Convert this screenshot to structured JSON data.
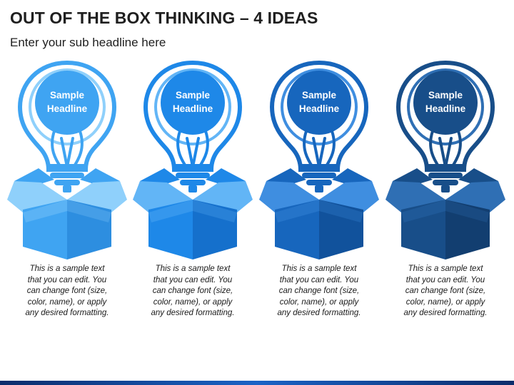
{
  "title": "OUT OF THE BOX THINKING – 4 IDEAS",
  "subtitle": "Enter your sub headline here",
  "items": [
    {
      "headline": [
        "Sample",
        "Headline"
      ],
      "text": [
        "This is a sample text",
        "that you can edit. You",
        "can change font (size,",
        "color, name), or apply",
        "any desired formatting."
      ],
      "colors": {
        "main": "#3fa4f2",
        "light": "#8fd0fb",
        "dark": "#2d8ee0"
      }
    },
    {
      "headline": [
        "Sample",
        "Headline"
      ],
      "text": [
        "This is a sample text",
        "that you can edit. You",
        "can change font (size,",
        "color, name), or apply",
        "any desired formatting."
      ],
      "colors": {
        "main": "#1e88e8",
        "light": "#62b5f6",
        "dark": "#1570cc"
      }
    },
    {
      "headline": [
        "Sample",
        "Headline"
      ],
      "text": [
        "This is a sample text",
        "that you can edit. You",
        "can change font (size,",
        "color, name), or apply",
        "any desired formatting."
      ],
      "colors": {
        "main": "#1766bd",
        "light": "#3f8ee0",
        "dark": "#11529c"
      }
    },
    {
      "headline": [
        "Sample",
        "Headline"
      ],
      "text": [
        "This is a sample text",
        "that you can edit. You",
        "can change font (size,",
        "color, name), or apply",
        "any desired formatting."
      ],
      "colors": {
        "main": "#184e89",
        "light": "#2f6fb4",
        "dark": "#123e70"
      }
    }
  ]
}
